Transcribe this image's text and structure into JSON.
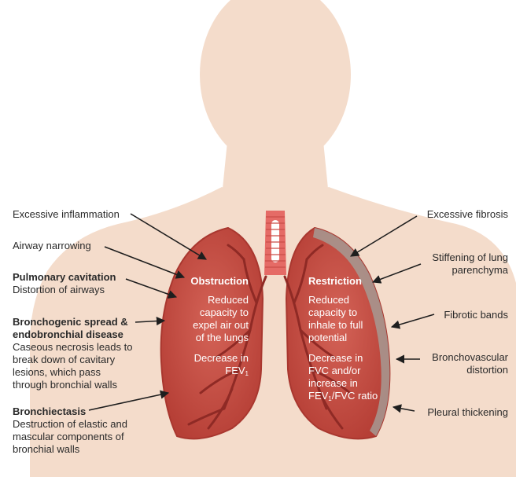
{
  "colors": {
    "body": "#f4dccb",
    "lung": "#c34a3f",
    "lung_light": "#d5685b",
    "lung_dark": "#9c2f2a",
    "fibrosis": "#a69a93",
    "trachea": "#e56b66",
    "arrow": "#1e1e1e"
  },
  "left_labels": {
    "inflammation": "Excessive inflammation",
    "narrowing": "Airway narrowing",
    "cavitation_title": "Pulmonary cavitation",
    "cavitation_text": "Distortion of airways",
    "spread_title_1": "Bronchogenic spread &",
    "spread_title_2": "endobronchial disease",
    "spread_text_1": "Caseous necrosis leads to",
    "spread_text_2": "break down of cavitary",
    "spread_text_3": "lesions, which pass",
    "spread_text_4": "through bronchial walls",
    "bronchiectasis_title": "Bronchiectasis",
    "bronchiectasis_text_1": "Destruction of elastic and",
    "bronchiectasis_text_2": "mascular components of",
    "bronchiectasis_text_3": "bronchial walls"
  },
  "right_labels": {
    "fibrosis": "Excessive fibrosis",
    "stiffening_1": "Stiffening of lung",
    "stiffening_2": "parenchyma",
    "bands": "Fibrotic bands",
    "bronchovascular_1": "Bronchovascular",
    "bronchovascular_2": "distortion",
    "pleural": "Pleural thickening"
  },
  "obstruction": {
    "title": "Obstruction",
    "line_1": "Reduced",
    "line_2": "capacity to",
    "line_3": "expel air out",
    "line_4": "of the lungs",
    "line_5": "Decrease in",
    "line_6": "FEV",
    "line_6_sub": "1"
  },
  "restriction": {
    "title": "Restriction",
    "line_1": "Reduced",
    "line_2": "capacity to",
    "line_3": "inhale to full",
    "line_4": "potential",
    "line_5": "Decrease in",
    "line_6": "FVC and/or",
    "line_7": "increase in",
    "line_8": "FEV",
    "line_8_sub": "1",
    "line_8_rest": "/FVC ratio"
  }
}
